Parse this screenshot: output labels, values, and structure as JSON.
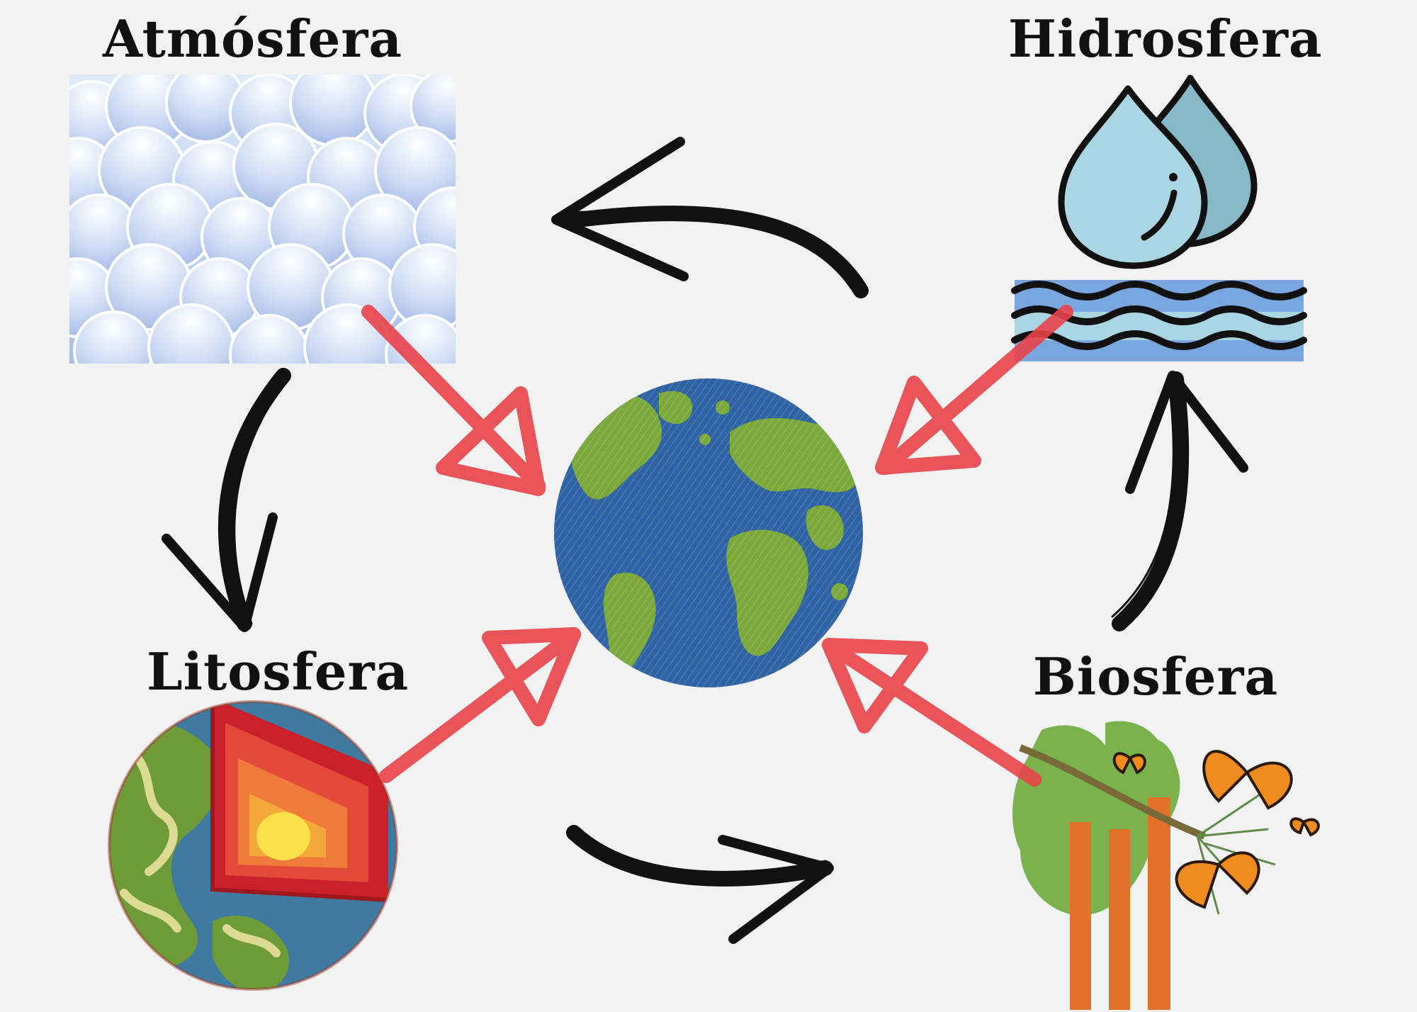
{
  "labels": {
    "atmosphere": "Atmósfera",
    "hydrosphere": "Hidrosfera",
    "lithosphere": "Litosfera",
    "biosphere": "Biosfera"
  },
  "icons": {
    "atmosphere": "clouds-icon",
    "hydrosphere": "water-drops-waves-icon",
    "lithosphere": "earth-layers-icon",
    "biosphere": "forest-butterflies-icon",
    "center": "earth-globe-icon"
  },
  "colors": {
    "background": "#f2f2f2",
    "red_arrow": "#e8434a",
    "black_arrow": "#111111",
    "ocean": "#2f63a3",
    "land": "#7ba83a"
  }
}
